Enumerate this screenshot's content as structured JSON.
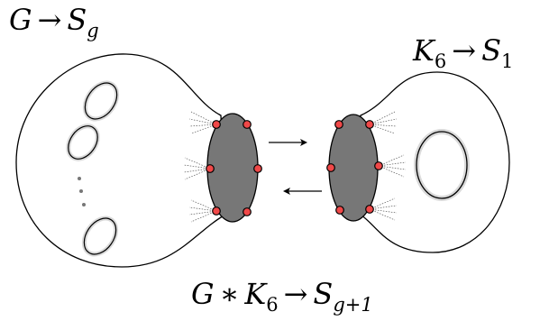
{
  "labels": {
    "left_map": {
      "G": "G",
      "arrow": "→",
      "S": "S",
      "sub": "g"
    },
    "right_map": {
      "K": "K",
      "k_sub": "6",
      "arrow": "→",
      "S": "S",
      "sub": "1"
    },
    "sum_map": {
      "G": "G",
      "op": "∗",
      "K": "K",
      "k_sub": "6",
      "arrow": "→",
      "S": "S",
      "sub": "g+1"
    }
  },
  "colors": {
    "surface_fill": "#ffffff",
    "outline": "#000000",
    "hole_shadow": "#d9d9d9",
    "disk_fill": "#777777",
    "vertex_fill": "#f04848",
    "ellipsis_dots": "#777777"
  },
  "left_vertices": 6,
  "right_vertices": 6
}
